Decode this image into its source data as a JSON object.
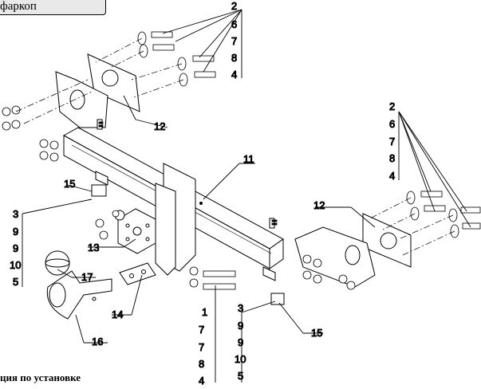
{
  "header": {
    "title": "фаркоп"
  },
  "footer": {
    "caption": "ция по установке"
  },
  "colors": {
    "line": "#000000",
    "fill": "#ffffff",
    "tab": "#e9e9e9"
  },
  "callouts": {
    "top_stack": [
      "2",
      "6",
      "7",
      "8",
      "4"
    ],
    "right_stack": [
      "2",
      "6",
      "7",
      "8",
      "4"
    ],
    "left_stack": [
      "3",
      "9",
      "9",
      "10",
      "5"
    ],
    "center_stack": [
      "1",
      "7",
      "7",
      "8",
      "4"
    ],
    "bottom_right_stack": [
      "3",
      "9",
      "9",
      "10",
      "5"
    ],
    "label_12a": "12",
    "label_12b": "12",
    "label_11": "11",
    "label_15a": "15",
    "label_15b": "15",
    "label_13": "13",
    "label_17": "17",
    "label_14": "14",
    "label_16": "16"
  }
}
